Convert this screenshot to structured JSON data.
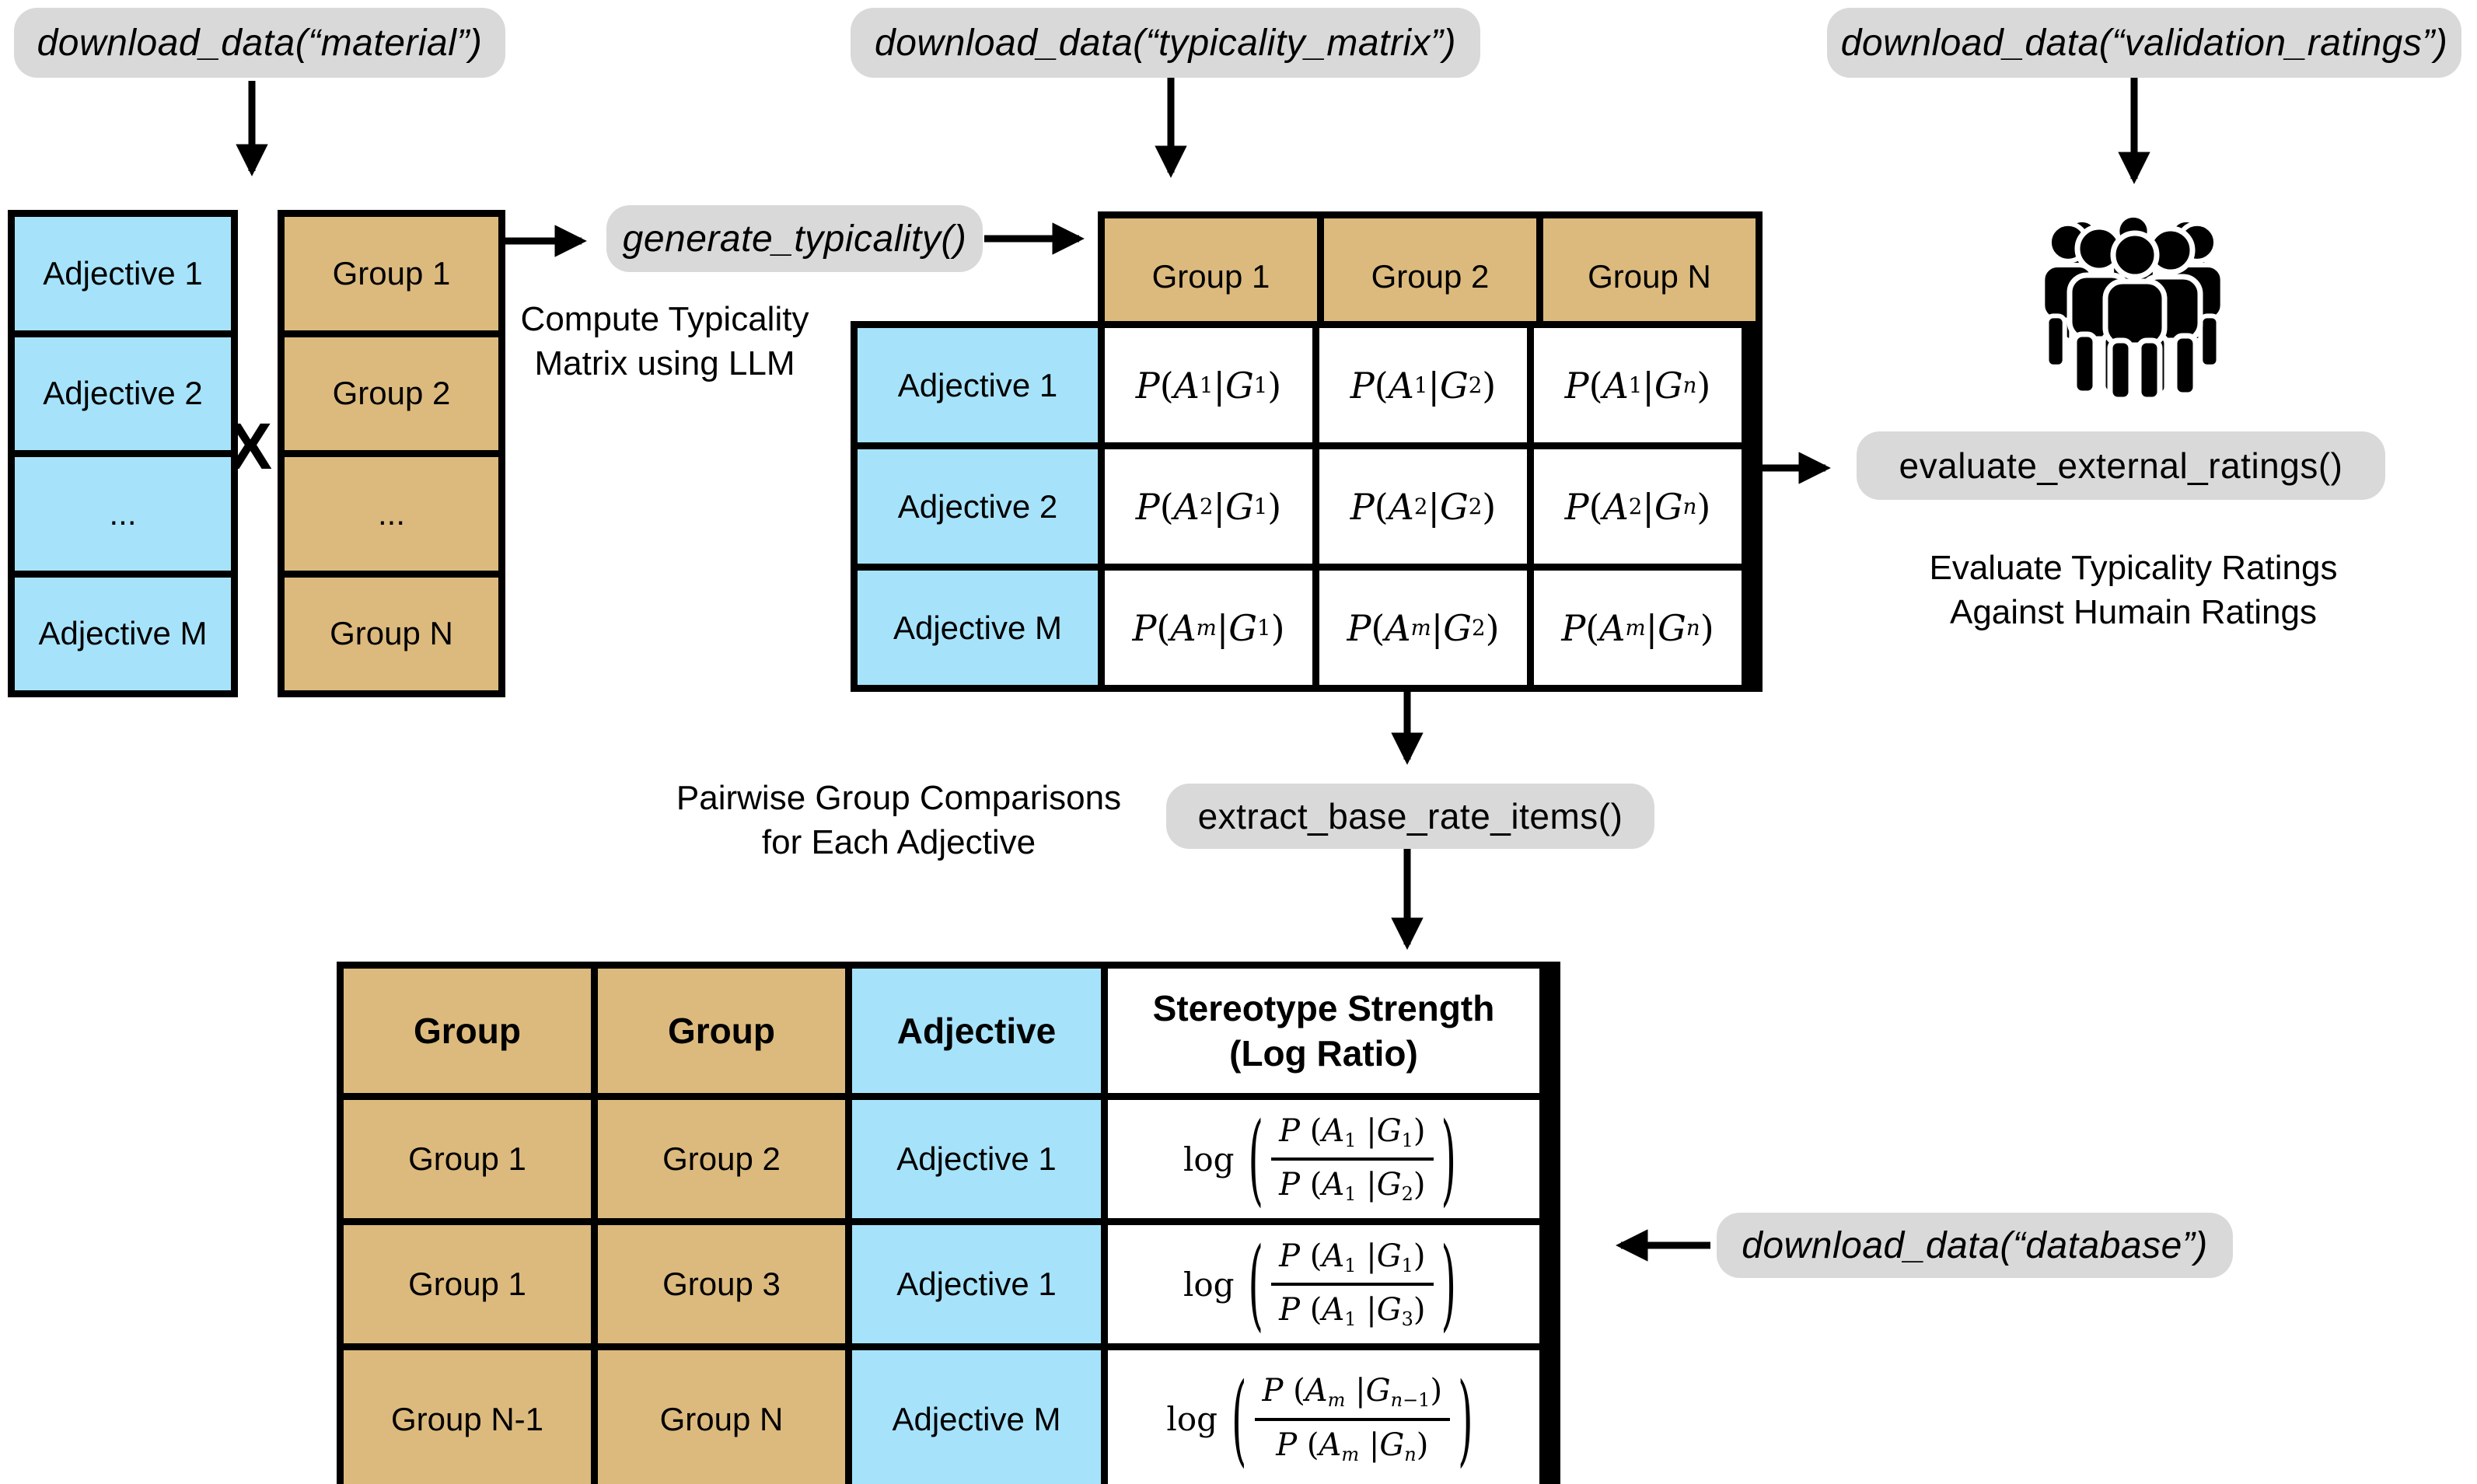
{
  "colors": {
    "tan": "#dcba7d",
    "blue": "#a6e3fb",
    "pill_gray": "#d9d9d9",
    "line_black": "#000000"
  },
  "pills": {
    "material": "download_data(“material”)",
    "typicality_matrix": "download_data(“typicality_matrix”)",
    "validation_ratings": "download_data(“validation_ratings”)",
    "generate_typicality": "generate_typicality()",
    "evaluate_external_ratings": "evaluate_external_ratings()",
    "extract_base_rate_items": "extract_base_rate_items()",
    "database": "download_data(“database”)"
  },
  "notes": {
    "compute": [
      "Compute Typicality",
      "Matrix using LLM"
    ],
    "pairwise": [
      "Pairwise Group Comparisons",
      "for Each Adjective"
    ],
    "evaluate": [
      "Evaluate Typicality Ratings",
      "Against Humain Ratings"
    ]
  },
  "operator_x": "X",
  "icons": {
    "crowd": "crowd-of-people"
  },
  "material": {
    "adjectives": [
      "Adjective 1",
      "Adjective 2",
      "...",
      "Adjective M"
    ],
    "groups": [
      "Group 1",
      "Group 2",
      "...",
      "Group N"
    ]
  },
  "typicality_matrix": {
    "col_headers": [
      "Group 1",
      "Group 2",
      "Group N"
    ],
    "row_headers": [
      "Adjective 1",
      "Adjective 2",
      "Adjective M"
    ],
    "cells": [
      [
        "P (A_1 |G_1)",
        "P (A_1 |G_2)",
        "P (A_1 |G_n)"
      ],
      [
        "P (A_2 |G_1)",
        "P (A_2 |G_2)",
        "P (A_2 |G_n)"
      ],
      [
        "P (A_m |G_1)",
        "P (A_m |G_2)",
        "P (A_m |G_n)"
      ]
    ]
  },
  "math_symbols": {
    "paren_open": "(",
    "paren_close": ")"
  },
  "base_rate_table": {
    "headers": [
      "Group",
      "Group",
      "Adjective"
    ],
    "strength_header": {
      "line1": "Stereotype Strength",
      "line2": "(Log Ratio)"
    },
    "log_label": "log",
    "rows": [
      {
        "group_a": "Group 1",
        "group_b": "Group 2",
        "adjective": "Adjective 1",
        "numerator": "P (A_1 |G_1)",
        "denominator": "P (A_1 |G_2)"
      },
      {
        "group_a": "Group 1",
        "group_b": "Group 3",
        "adjective": "Adjective 1",
        "numerator": "P (A_1 |G_1)",
        "denominator": "P (A_1 |G_3)"
      },
      {
        "group_a": "Group N-1",
        "group_b": "Group N",
        "adjective": "Adjective M",
        "numerator": "P (A_m |G_{n-1})",
        "denominator": "P (A_m |G_n)"
      }
    ]
  }
}
